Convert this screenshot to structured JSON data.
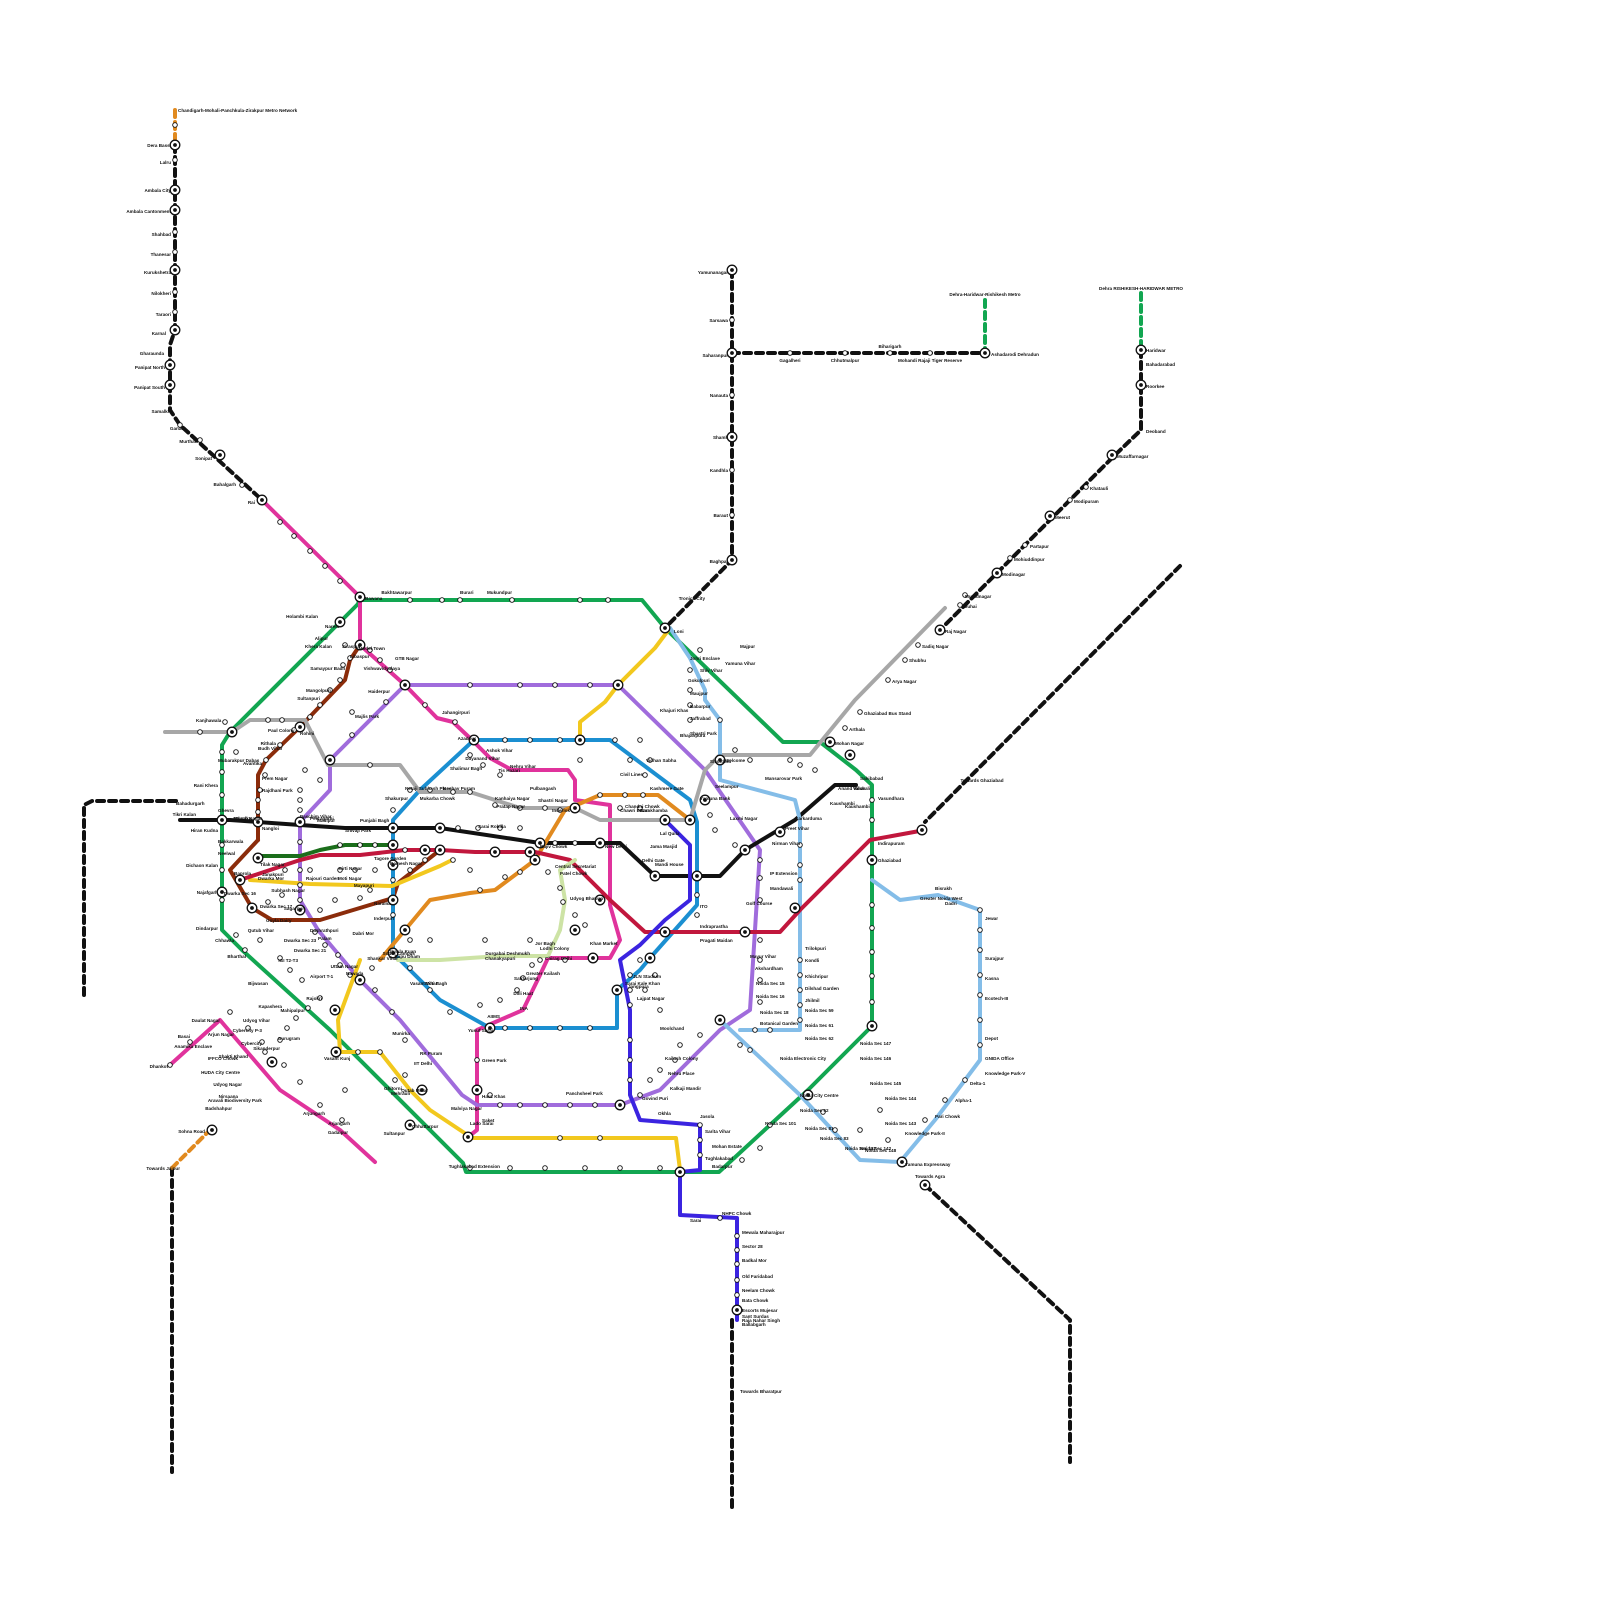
{
  "colors": {
    "black": "#111111",
    "green": "#12a651",
    "magenta": "#e0339c",
    "purple": "#a06cdc",
    "brown": "#8b2c0b",
    "blue": "#1b8fd1",
    "yellow": "#f2c81e",
    "grey": "#a7a7a7",
    "orange": "#e18a1f",
    "light_blue": "#84bde8",
    "crimson": "#c1173d",
    "violet": "#3b24e0",
    "dark_green": "#1b6e1b",
    "pale_green": "#cde3a5"
  },
  "headers": [
    "Chandigarh-Mohali-Panchkula-Zirakpur Metro Network",
    "Dehra-Haridwar-Rishikesh Metro",
    "Dehra RISHIKESH-HARIDWAR METRO",
    "Towards Ghaziabad",
    "Towards Agra"
  ],
  "stations": {
    "north_corridor": [
      "Dera Bassi",
      "Lalru",
      "Ambala City",
      "Ambala Cantonment",
      "Shahbad",
      "Thanesar",
      "Kurukshetra",
      "Nilokheri",
      "Taraori",
      "Karnal",
      "Gharaunda",
      "Panipat North",
      "Panipat South",
      "Samalkha",
      "Ganaur",
      "Murthal",
      "Sonipat",
      "Bahalgarh",
      "Rai"
    ],
    "saharanpur_line": [
      "Yamunanagar",
      "Sarsawa",
      "Saharanpur",
      "Nanauta",
      "Shamli",
      "Kandhla",
      "Baraut",
      "Baghpat",
      "Tronica City",
      "Loni"
    ],
    "dehradun_line": [
      "Gagalheri",
      "Chhutmalpur",
      "Biharigarh",
      "Mohandi Rajaji Tiger Reserve",
      "Ashadarodi Dehradun"
    ],
    "meerut_line": [
      "Haridwar",
      "Bahadarabad",
      "Roorkee",
      "Deoband",
      "Muzaffarnagar",
      "Khatauli",
      "Modipuram",
      "Meerut",
      "Partapur",
      "Mohiuddinpur",
      "Modinagar",
      "Muradnagar",
      "Duhai",
      "Raj Nagar",
      "Sadiq Nagar",
      "Shubhu",
      "Arya Nagar",
      "Ghaziabad Bus Stand",
      "Arthala",
      "Mohan Nagar"
    ],
    "gurgaon_area": [
      "Gurugram",
      "Sikanderpur",
      "Cybercity",
      "Cybercity P-3",
      "Udyog Vihar",
      "IFFCO Chowk",
      "HUDA City Centre",
      "Udyog Nagar",
      "Nirsaana",
      "Badshahpur",
      "Sohna Road",
      "Towards Jaipur",
      "Dhankot",
      "Basai",
      "Daulat Nagar",
      "Arjun Nagar",
      "Anamika Enclave",
      "Shakti Khand",
      "Aravali Biodiversity Park",
      "Arjungarh",
      "Gadaipur",
      "Rajokri",
      "Mahipalpur",
      "Kapashera",
      "Bijwasan",
      "Bharthal",
      "Chhawla",
      "Dindarpur"
    ],
    "west_area": [
      "Najafgarh",
      "Mundka",
      "Bahadurgarh",
      "Tikri Kalan",
      "Ghevra",
      "Nangloi",
      "Udyog Nagar",
      "Peeragarhi",
      "Paschim Vihar",
      "Madipur",
      "Shivaji Park",
      "Punjabi Bagh",
      "Rani Khera",
      "Mubarakpur Dabas",
      "Kanjhawala",
      "Sultanpuri",
      "Mangolpuri",
      "Rohini",
      "Rithala",
      "Paul Colony",
      "Budh Vihar",
      "Avantika",
      "Prem Nagar",
      "Rajdhani Park",
      "Hiran Kudna",
      "Bakkarwala",
      "Neelwal",
      "Dichaon Kalan",
      "Baprola",
      "Dwarka Mor",
      "Dwarka Sec 16",
      "Dwarka Sec 17",
      "Goyla Dairy",
      "Qutub Vihar",
      "Dwarka Sec 23",
      "Dwarka Sec 21",
      "IGI T2-T3",
      "Airport T-1",
      "Nawada",
      "Uttam Nagar",
      "Janakpuri",
      "Tilak Nagar",
      "Subhash Nagar",
      "Rajouri Garden",
      "Moti Nagar",
      "Kirti Nagar",
      "Ramesh Nagar",
      "Tagore Garden",
      "Mayapuri",
      "Naraina",
      "Inderpuri",
      "Dabri Mor",
      "Palam",
      "Dashrathpuri",
      "Sagarpur"
    ],
    "north_delhi": [
      "Bawana",
      "Bakhtawarpur",
      "Burari",
      "Mukundpur",
      "Jahangirpuri",
      "Azadpur",
      "Shalimar Bagh",
      "Haiderpur",
      "Majlis Park",
      "Model Town",
      "GTB Nagar",
      "Vishwavidyalaya",
      "Vidhan Sabha",
      "Civil Lines",
      "Kashmere Gate",
      "Tis Hazari",
      "Pulbangash",
      "Pratap Nagar",
      "Shastri Nagar",
      "Inderlok",
      "Kanhaiya Nagar",
      "Keshav Puram",
      "Netaji Subhash Place",
      "Shakurpur",
      "Sarai Rohilla",
      "Sarai Kale Khan",
      "Ashok Vihar",
      "Dayanand Vihar",
      "Nehru Vihar",
      "Mukarba Chowk",
      "Libaspur",
      "Samaypur Badli",
      "Siraspur",
      "Alipur",
      "Narela",
      "Holambi Kalan",
      "Khera Kalan"
    ],
    "central_delhi": [
      "Rajiv Chowk",
      "New Delhi",
      "Chandni Chowk",
      "Chawri Bazar",
      "Barakhamba",
      "Mandi House",
      "Pragati Maidan",
      "Indraprastha",
      "ITO",
      "Delhi Gate",
      "Jama Masjid",
      "Lal Quila",
      "Patel Chowk",
      "Central Secretariat",
      "Udyog Bhawan",
      "Khan Market",
      "JLN Stadium",
      "Jangpura",
      "Lajpat Nagar",
      "Moolchand",
      "Kailash Colony",
      "Nehru Place",
      "Kalkaji Mandir",
      "Govind Puri",
      "Okhla",
      "Jasola",
      "Sarita Vihar",
      "Mohan Estate",
      "Tughlakabad",
      "Badarpur",
      "Sarai",
      "NHPC Chowk",
      "Mewala Maharajpur",
      "Sector 28",
      "Badkal Mor",
      "Old Faridabad",
      "Neelam Chowk",
      "Bata Chowk",
      "Escorts Mujesar",
      "Sant Surdas",
      "Raja Nahar Singh",
      "Ballabgarh",
      "Towards Bharatpur"
    ],
    "south_delhi": [
      "Hauz Khas",
      "Malviya Nagar",
      "Saket",
      "Qutab Minar",
      "Chhattarpur",
      "Sultanpur",
      "Ghitorni",
      "Arjangarh",
      "Green Park",
      "AIIMS",
      "INA",
      "Dilli Haat",
      "Yusuf Sarai",
      "Safdarjung",
      "Chirag Delhi",
      "Greater Kailash",
      "Panchsheel Park",
      "Munirka",
      "RK Puram",
      "IIT Delhi",
      "Vasant Vihar",
      "Shankar Vihar",
      "Dhaula Kuan",
      "South Campus",
      "Moti Bagh",
      "Bapu Dham",
      "Chanakyapuri",
      "Durgabai Deshmukh",
      "Lodhi Colony",
      "Jor Bagh",
      "Vasant Kunj",
      "Mehrauli",
      "Lado Sarai",
      "Tughlakabad Extension"
    ],
    "east_delhi": [
      "Shahdara",
      "Welcome",
      "Seelampur",
      "Shastri Park",
      "Yamuna Bank",
      "Laxmi Nagar",
      "Nirman Vihar",
      "Preet Vihar",
      "Karkarduma",
      "Anand Vihar",
      "Kaushambi",
      "Vaishali",
      "Mayur Vihar",
      "Akshardham",
      "Noida Sec 15",
      "Noida Sec 16",
      "Noida Sec 18",
      "Botanical Garden",
      "Golf Course",
      "Noida City Centre",
      "Noida Sec 52",
      "Noida Sec 59",
      "Noida Sec 61",
      "Noida Sec 62",
      "Noida Electronic City",
      "Mandawali",
      "IP Extension",
      "Trilokpuri",
      "Kondli",
      "Khichripur",
      "Dilshad Garden",
      "Jhilmil",
      "Mansarovar Park",
      "Shiv Vihar",
      "Johri Enclave",
      "Gokulpuri",
      "Maujpur",
      "Babarpur",
      "Jaffrabad",
      "Bhajanpura",
      "Khajuri Khas",
      "Yamuna Vihar",
      "Majpur"
    ],
    "noida_greater": [
      "Noida Sec 101",
      "Noida Sec 81",
      "Noida Sec 83",
      "Noida Sec 137",
      "Noida Sec 142",
      "Noida Sec 143",
      "Noida Sec 144",
      "Noida Sec 145",
      "Noida Sec 146",
      "Noida Sec 147",
      "Noida Sec 148",
      "Knowledge Park-II",
      "Knowledge Park-V",
      "Pari Chowk",
      "Alpha-1",
      "Delta-1",
      "GNIDA Office",
      "Depot",
      "Ecotech-III",
      "Kasna",
      "Surajpur",
      "Yamuna Expressway",
      "Jewar",
      "Dadri",
      "Bisrakh",
      "Greater Noida West",
      "Ghaziabad",
      "Sahibabad",
      "Indirapuram",
      "Vasundhara",
      "Kaushambi"
    ]
  }
}
